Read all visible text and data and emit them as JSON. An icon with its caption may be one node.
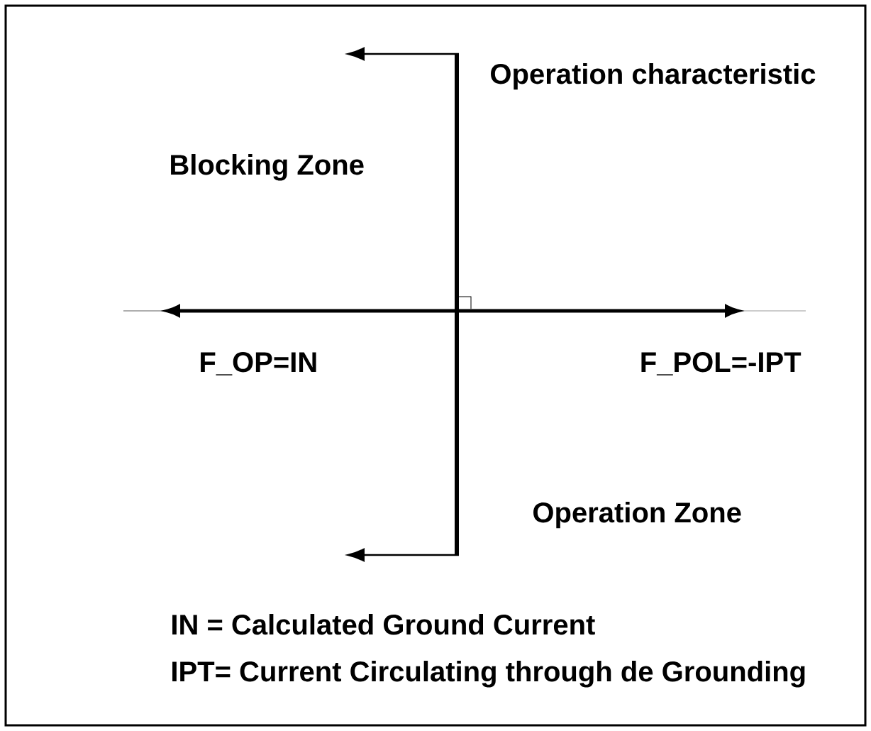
{
  "diagram": {
    "labels": [
      "Operation characteristic",
      "Blocking Zone",
      "F_OP=IN",
      "F_POL=-IPT",
      "Operation Zone",
      "IN = Calculated Ground Current",
      "IPT= Current Circulating through de Grounding"
    ]
  }
}
